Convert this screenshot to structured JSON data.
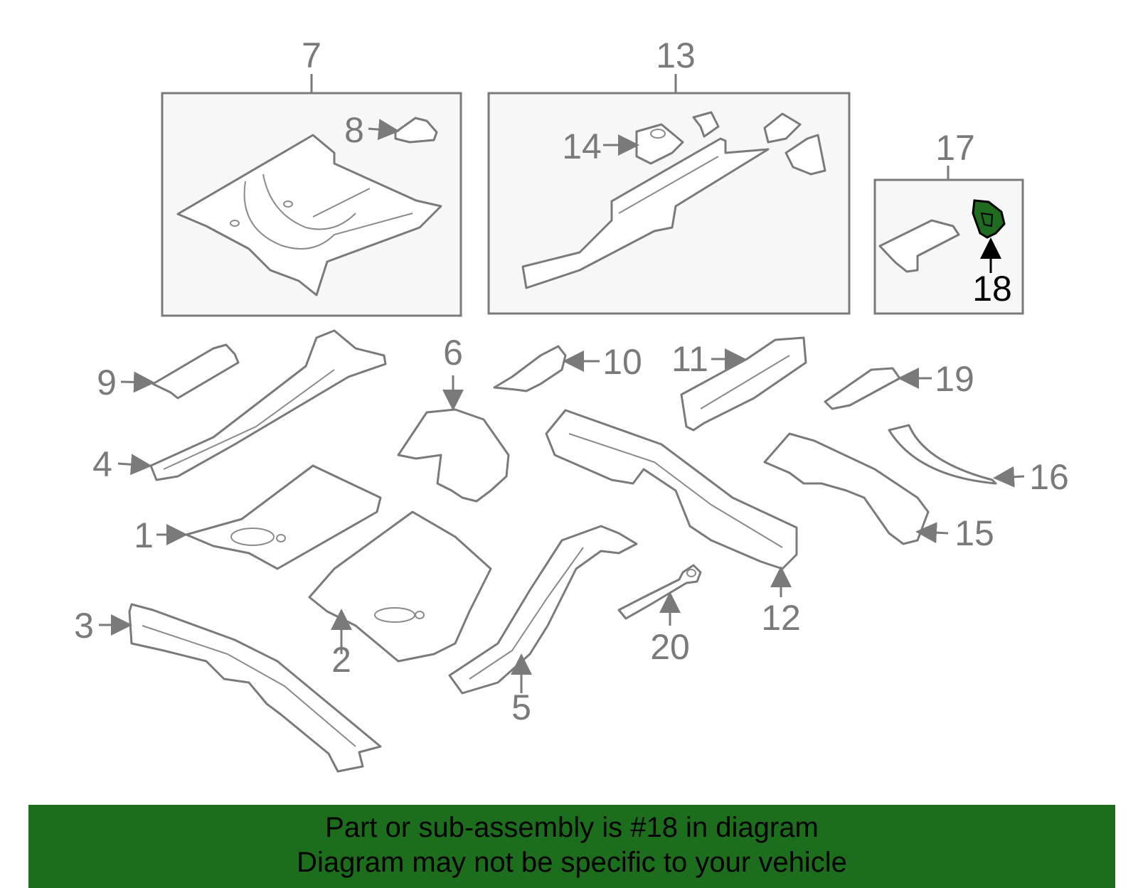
{
  "diagram": {
    "highlight_color": "#1c6e1c",
    "highlighted_part": "18",
    "callouts": [
      "1",
      "2",
      "3",
      "4",
      "5",
      "6",
      "7",
      "8",
      "9",
      "10",
      "11",
      "12",
      "13",
      "14",
      "15",
      "16",
      "17",
      "18",
      "19",
      "20"
    ]
  },
  "banner": {
    "line1": "Part or sub-assembly is #18 in diagram",
    "line2": "Diagram may not be specific to your vehicle"
  }
}
